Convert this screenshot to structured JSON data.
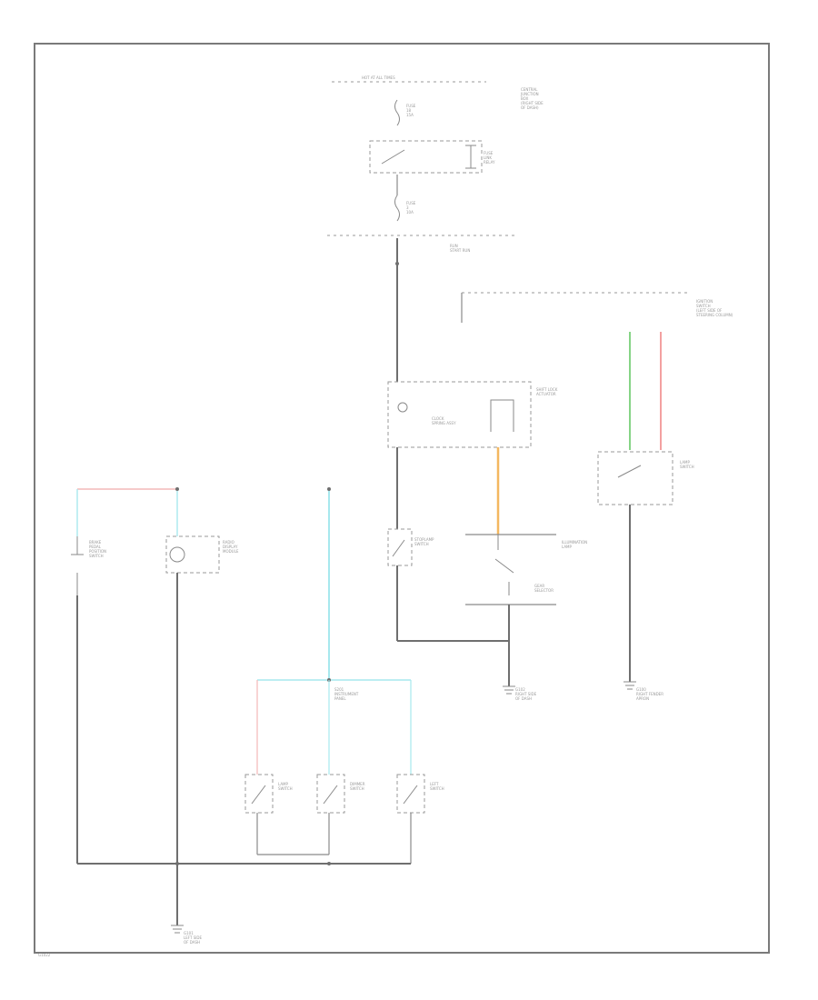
{
  "diagram": {
    "labels": {
      "top_bus": "HOT AT ALL TIMES",
      "lbl_central": "CENTRAL\nJUNCTION\nBOX\n(RIGHT SIDE\nOF DASH)",
      "lbl_fuse_top": "FUSE\n18\n15A",
      "lbl_fuse_relay": "FUSE\nLINK\nRELAY",
      "lbl_fuse_mid": "FUSE\n3\n10A",
      "lbl_run": "RUN\n\nSTART  RUN",
      "lbl_ignition": "IGNITION\nSWITCH\n(LEFT SIDE OF\nSTEERING COLUMN)",
      "lbl_interlock": "SHIFT LOCK\nACTUATOR",
      "lbl_cluster": "CLOCK\nSPRING ASSY",
      "lbl_stoplamp": "STOPLAMP\nSWITCH",
      "lbl_illum": "ILLUMINATION\nLAMP",
      "lbl_gear": "GEAR\nSELECTOR",
      "lbl_ground1": "G101\nLEFT SIDE\nOF DASH",
      "lbl_ground2": "G102\nRIGHT SIDE\nOF DASH",
      "lbl_ground3": "G100\nRIGHT FENDER\nAPRON",
      "lbl_left_lamp": "BRAKE\nPEDAL\nPOSITION\nSWITCH",
      "lbl_center_lamp": "RADIO\nDISPLAY\nMODULE",
      "lbl_splice": "S201\nINSTRUMENT\nPANEL",
      "lbl_sw1": "LAMP\nSWITCH",
      "lbl_sw2": "DIMMER\nSWITCH",
      "lbl_sw3": "LEFT\nSWITCH",
      "lbl_corner": "G1022"
    }
  }
}
